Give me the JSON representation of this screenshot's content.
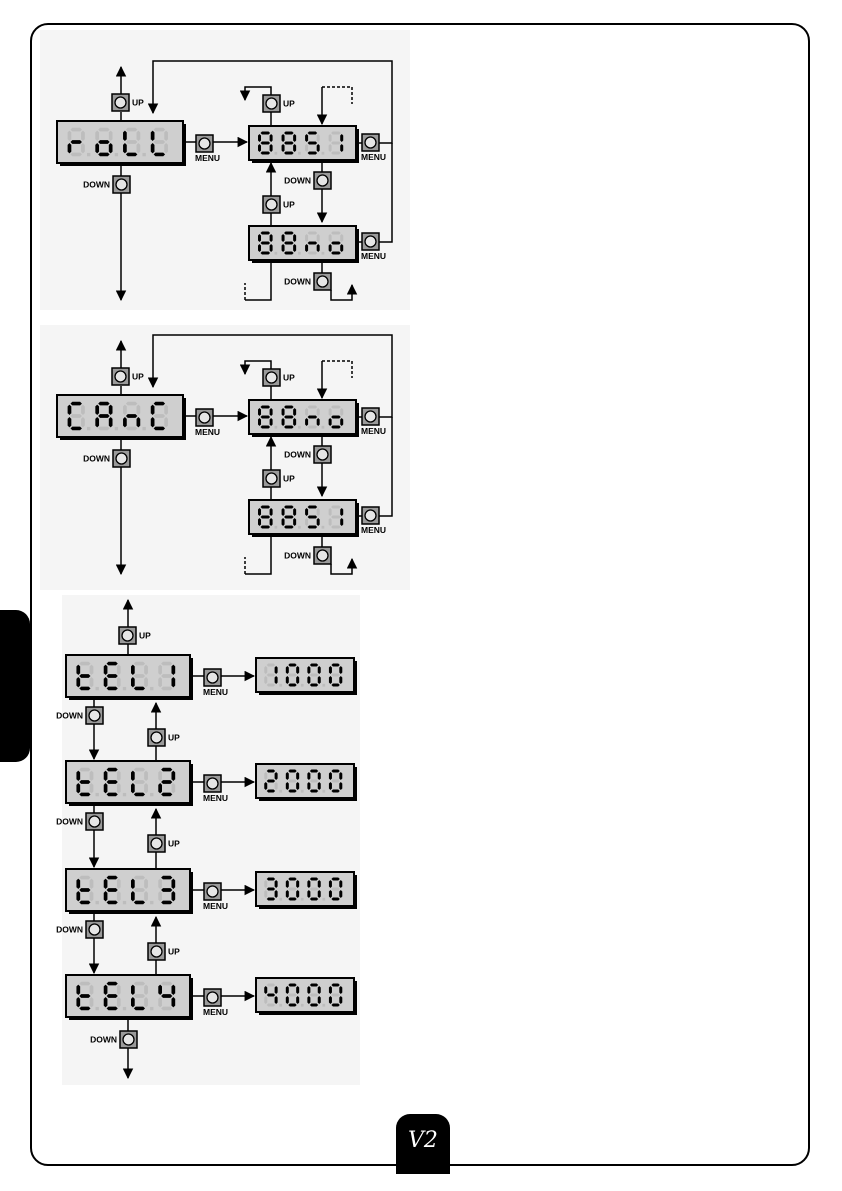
{
  "labels": {
    "up": "UP",
    "down": "DOWN",
    "menu": "MENU"
  },
  "diagram_rolling": {
    "main_display": "r.o.L.L",
    "option_yes": "8.8.S.I",
    "option_no": "8.8.n.o"
  },
  "diagram_cancel": {
    "main_display": "C.A.n.C",
    "option_no": "8.8.n.o",
    "option_yes": "8.8.S.I"
  },
  "diagram_tel": {
    "steps": [
      {
        "display": "t.E.L.1",
        "value": "1.0.0.0"
      },
      {
        "display": "t.E.L.2",
        "value": "2.0.0.0"
      },
      {
        "display": "t.E.L.3",
        "value": "3.0.0.0"
      },
      {
        "display": "t.E.L.4",
        "value": "4.0.0.0"
      }
    ]
  },
  "logo": "V2",
  "colors": {
    "display_bg": "#cfcfcf",
    "button_fill": "#9a9a9a",
    "panel_bg": "#f4f4f4",
    "segment_off": "#bdbdbd",
    "segment_on": "#000000"
  }
}
